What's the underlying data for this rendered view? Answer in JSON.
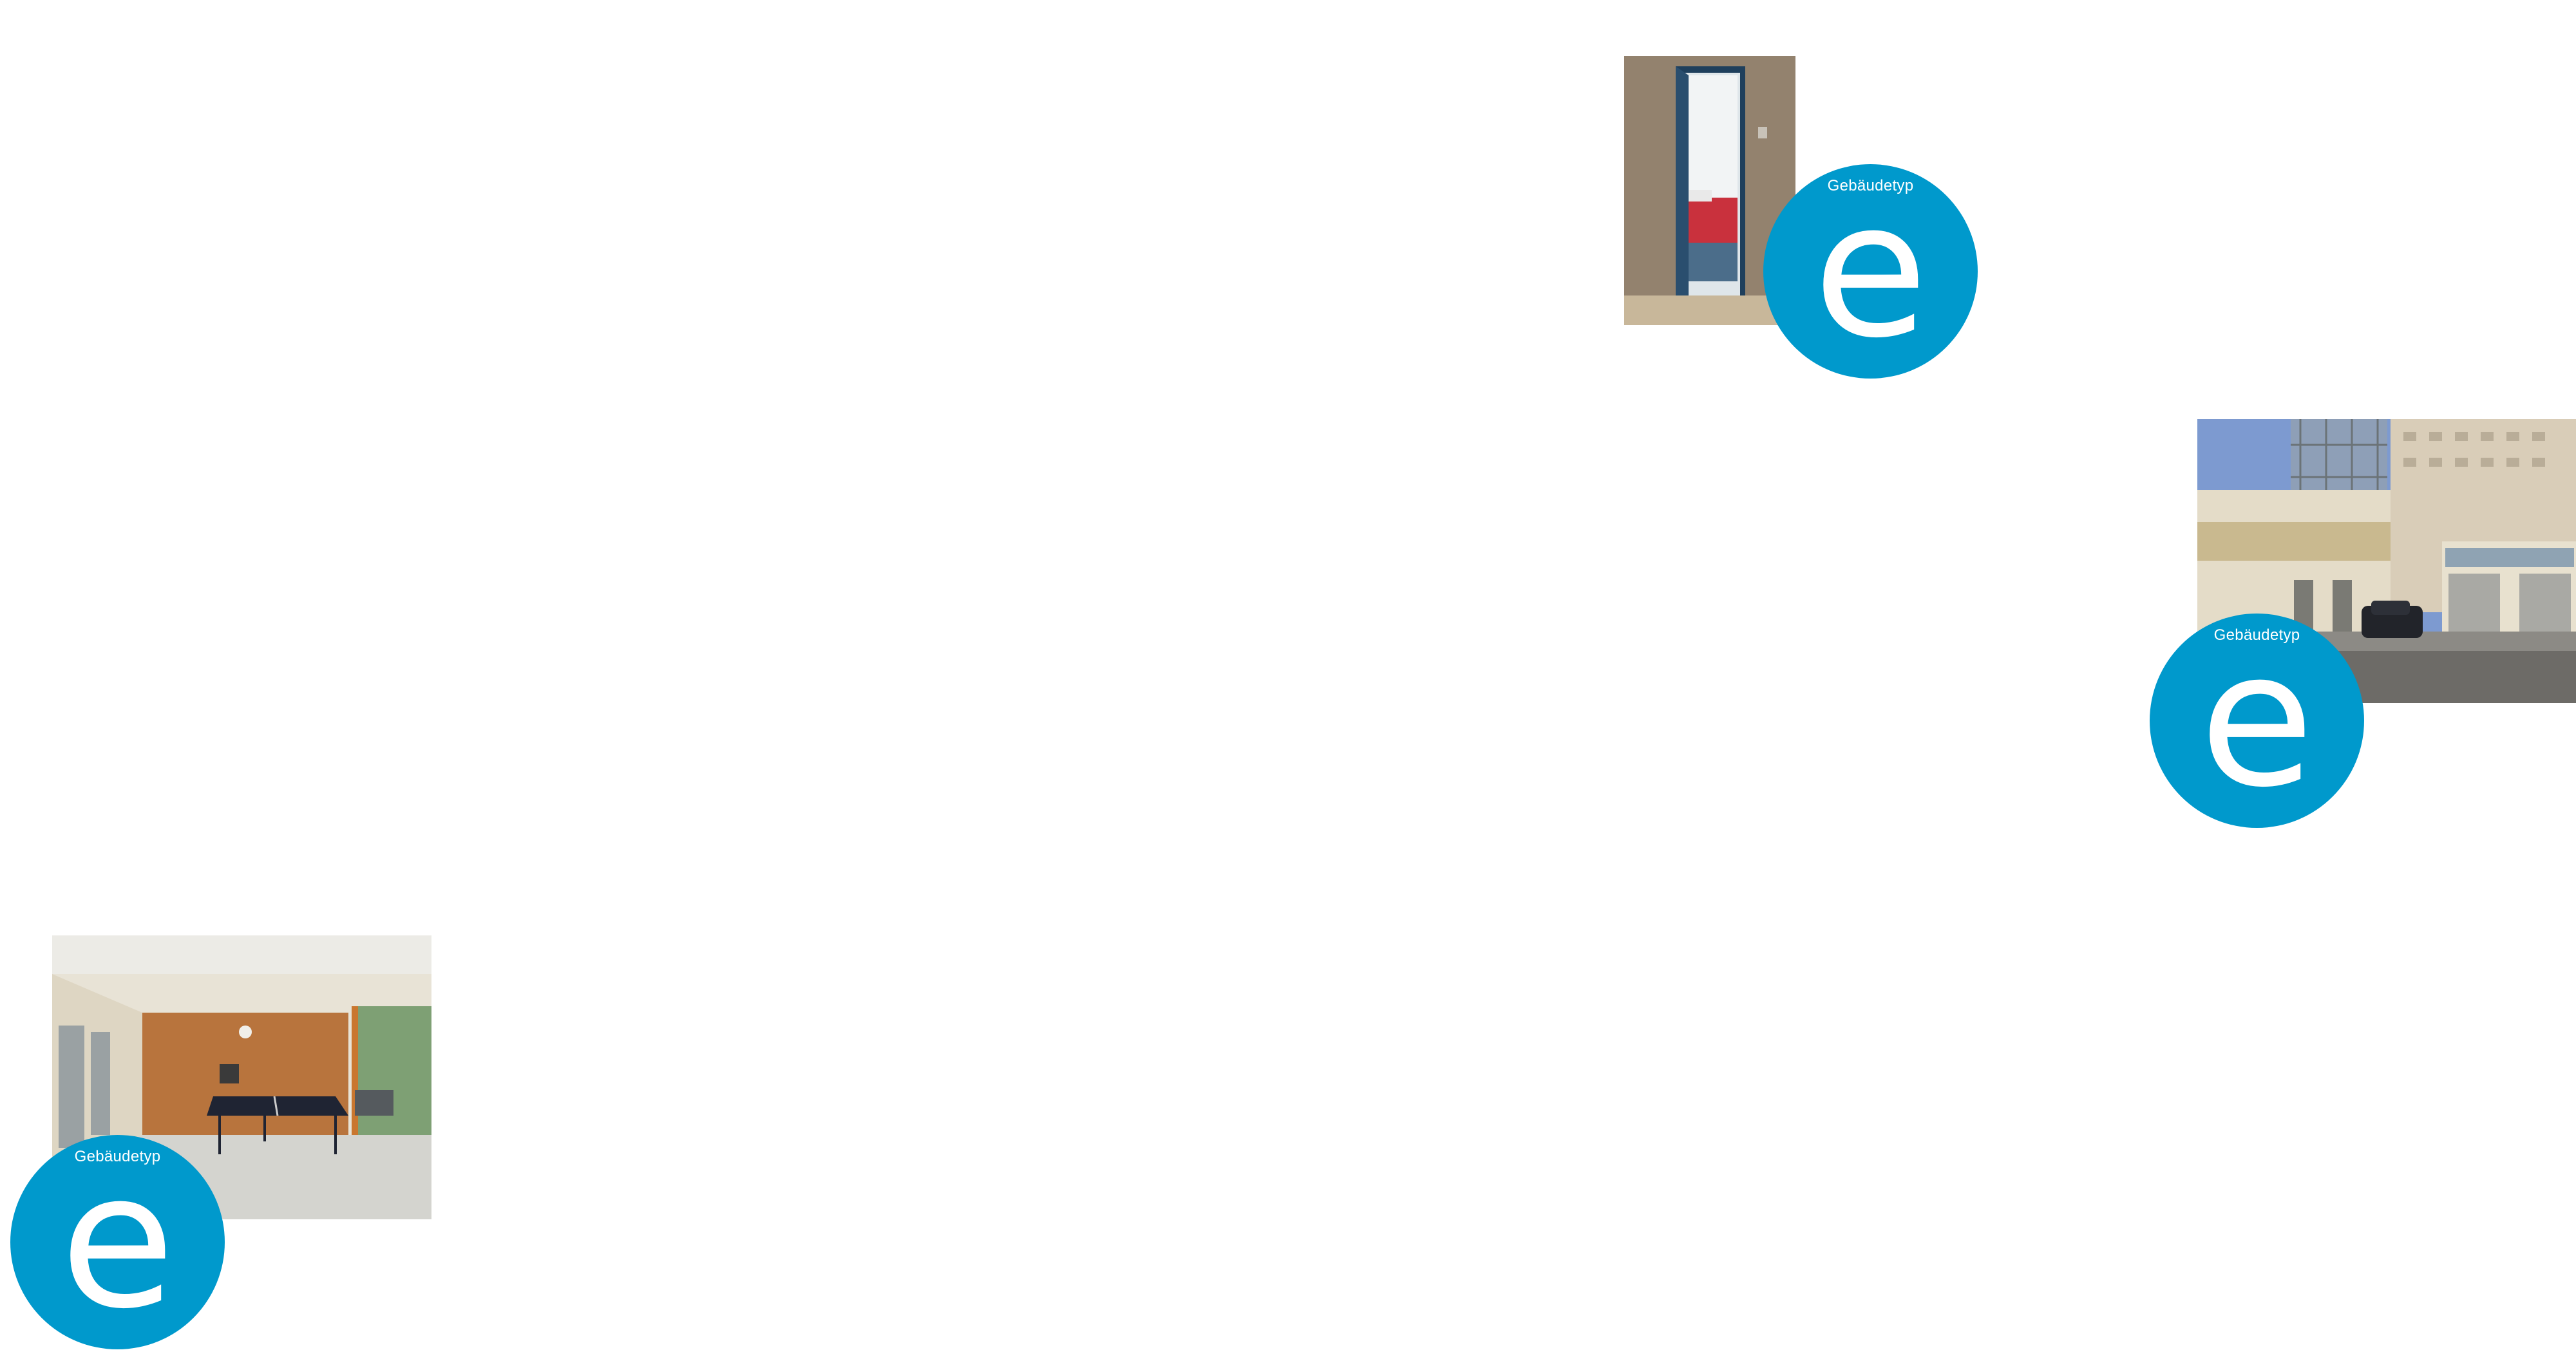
{
  "theme": {
    "badge_color": "#0099cc",
    "background": "#ffffff"
  },
  "cards": [
    {
      "photo_subject": "open door to a student room with a red bed",
      "badge": {
        "label": "Gebäudetyp",
        "letter": "e",
        "icon": "building-type-e-badge"
      }
    },
    {
      "photo_subject": "courtyard with garages and a parked dark car in front of a tall building",
      "badge": {
        "label": "Gebäudetyp",
        "letter": "e",
        "icon": "building-type-e-badge"
      }
    },
    {
      "photo_subject": "common room with a table tennis table and wood-panelled wall",
      "badge": {
        "label": "Gebäudetyp",
        "letter": "e",
        "icon": "building-type-e-badge"
      }
    }
  ]
}
